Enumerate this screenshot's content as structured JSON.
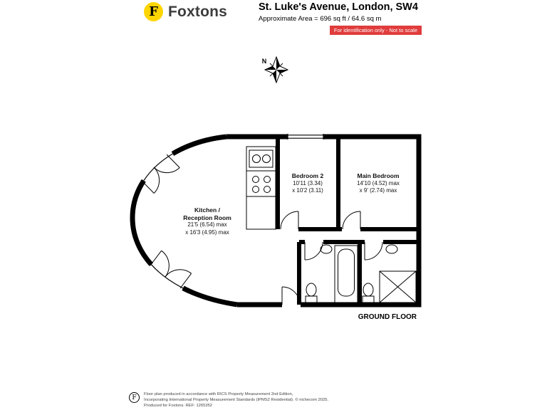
{
  "colors": {
    "brand_yellow": "#FFD500",
    "badge_red": "#E03C3C",
    "wall": "#000000"
  },
  "header": {
    "logo_letter": "F",
    "brand": "Foxtons",
    "title": "St. Luke's Avenue, London, SW4",
    "area": "Approximate Area = 696 sq ft / 64.6 sq m",
    "badge": "For identification only - Not to scale"
  },
  "compass": {
    "label": "N"
  },
  "plan": {
    "floor_label": "GROUND FLOOR",
    "rooms": {
      "kitchen": {
        "name1": "Kitchen /",
        "name2": "Reception Room",
        "dim1": "21'5 (6.54) max",
        "dim2": "x 16'3 (4.95) max"
      },
      "bedroom2": {
        "name": "Bedroom 2",
        "dim1": "10'11 (3.34)",
        "dim2": "x 10'2 (3.11)"
      },
      "main_bedroom": {
        "name": "Main Bedroom",
        "dim1": "14'10 (4.52) max",
        "dim2": "x 9' (2.74) max"
      }
    }
  },
  "footer": {
    "logo_letter": "F",
    "line1": "Floor plan produced in accordance with RICS Property Measurement 2nd Edition,",
    "line2": "Incorporating International Property Measurement Standards (IPMS2 Residential). © nichecom 2025.",
    "line3": "Produced for Foxtons.   REF: 1265352"
  }
}
